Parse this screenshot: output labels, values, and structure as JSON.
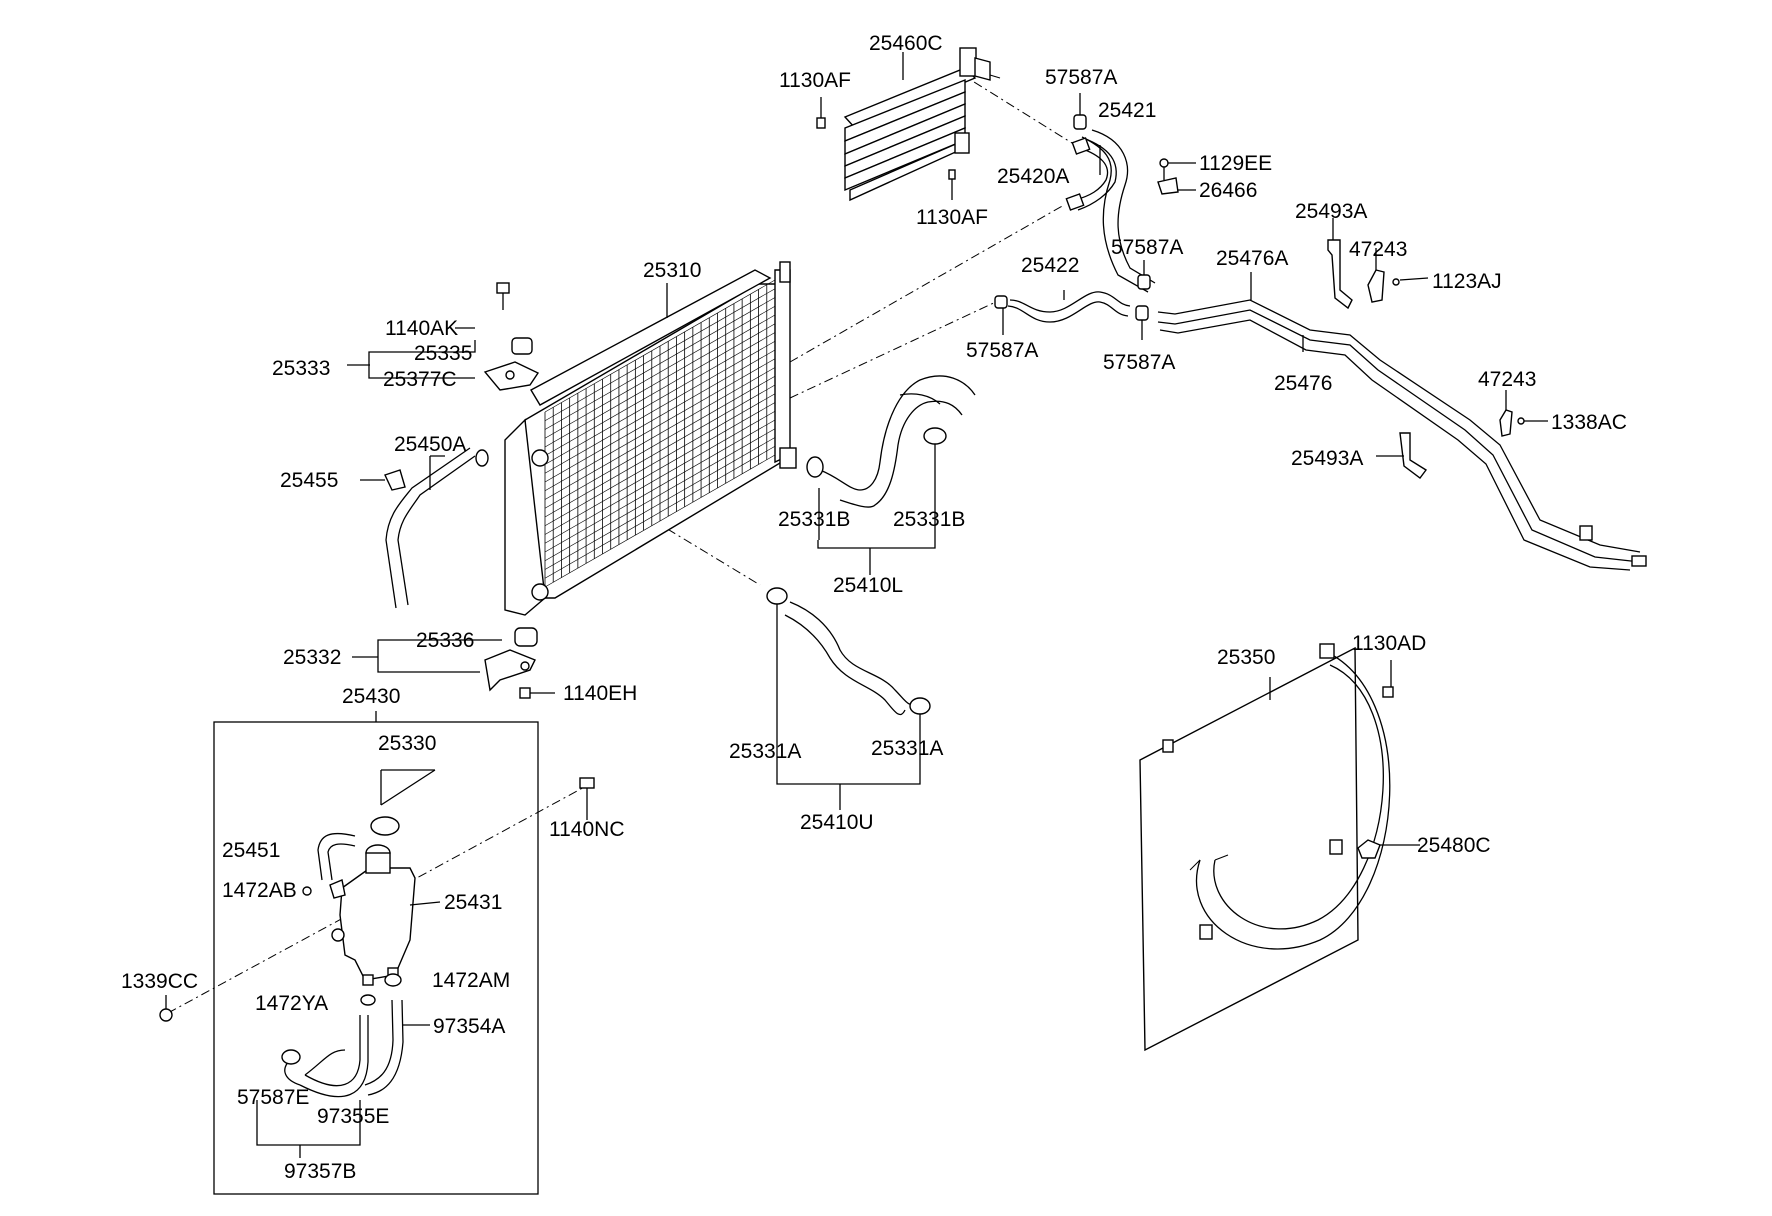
{
  "labels": {
    "p25460C": "25460C",
    "p1130AF_a": "1130AF",
    "p1130AF_b": "1130AF",
    "p57587A_1": "57587A",
    "p25421": "25421",
    "p1129EE": "1129EE",
    "p25420A": "25420A",
    "p26466": "26466",
    "p25493A_1": "25493A",
    "p47243_1": "47243",
    "p1123AJ": "1123AJ",
    "p57587A_2": "57587A",
    "p25476A": "25476A",
    "p25422": "25422",
    "p25310": "25310",
    "p57587A_3": "57587A",
    "p57587A_4": "57587A",
    "p25476": "25476",
    "p47243_2": "47243",
    "p1338AC": "1338AC",
    "p25493A_2": "25493A",
    "p1140AK": "1140AK",
    "p25335": "25335",
    "p25333": "25333",
    "p25377C": "25377C",
    "p25450A": "25450A",
    "p25455": "25455",
    "p25331B_1": "25331B",
    "p25331B_2": "25331B",
    "p25410L": "25410L",
    "p25336": "25336",
    "p25332": "25332",
    "p1140EH": "1140EH",
    "p25430": "25430",
    "p25350": "25350",
    "p1130AD": "1130AD",
    "p25330": "25330",
    "p25331A_1": "25331A",
    "p25331A_2": "25331A",
    "p1140NC": "1140NC",
    "p25410U": "25410U",
    "p25451": "25451",
    "p1472AB": "1472AB",
    "p25431": "25431",
    "p25480C": "25480C",
    "p1339CC": "1339CC",
    "p1472AM": "1472AM",
    "p1472YA": "1472YA",
    "p97354A": "97354A",
    "p57587E": "57587E",
    "p97355E": "97355E",
    "p97357B": "97357B"
  }
}
